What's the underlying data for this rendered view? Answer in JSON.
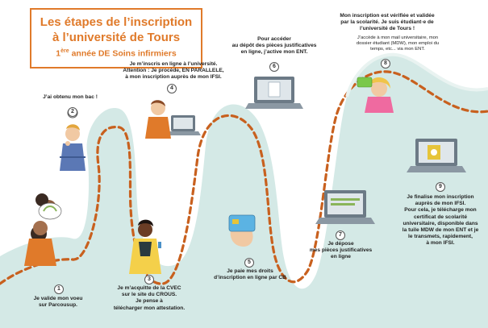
{
  "title": {
    "line1": "Les étapes de l’inscription",
    "line2": "à l’université de Tours",
    "line3_prefix": "1",
    "line3_sup": "ère",
    "line3_rest": " année DE Soins infirmiers"
  },
  "steps": [
    {
      "num": "1",
      "lines": [
        "Je valide mon voeu",
        "sur Parcousup."
      ]
    },
    {
      "num": "2",
      "lines": [
        "J’ai obtenu mon bac !"
      ]
    },
    {
      "num": "3",
      "lines": [
        "Je m’acquitte de la CVEC",
        "sur le site du CROUS.",
        "Je pense à",
        "télécharger mon attestation."
      ]
    },
    {
      "num": "4",
      "lines": [
        "Je m’inscris en ligne à l’université.",
        "Attention : Je procède, EN PARALLELE,",
        "à mon inscription auprès de mon IFSI."
      ]
    },
    {
      "num": "5",
      "lines": [
        "Je paie mes droits",
        "d’inscription en ligne par CB"
      ]
    },
    {
      "num": "6",
      "lines": [
        "Pour accéder",
        "au dépôt des pièces justificatives",
        "en ligne, j’active mon ENT."
      ]
    },
    {
      "num": "7",
      "lines": [
        "Je dépose",
        "mes pièces justificatives",
        "en ligne"
      ]
    },
    {
      "num": "8",
      "lines": [
        "Mon inscription est vérifiée et validée",
        "par la scolarité. Je suis étudiant·e de",
        "l’université de Tours !"
      ],
      "sub_lines": [
        "J’accède à mon mail universitaire, mon",
        "dossier étudiant (MDW), mon emploi du",
        "temps, etc... via mon ENT."
      ]
    },
    {
      "num": "9",
      "lines": [
        "Je finalise mon inscription",
        "auprès de mon IFSI.",
        "Pour cela, je télécharge mon",
        "certificat de scolarité",
        "universitaire, disponible dans",
        "la tuile MDW de mon ENT et je",
        "le transmets, rapidement,",
        "à mon IFSI."
      ]
    }
  ],
  "colors": {
    "accent": "#e07a2a",
    "road": "#d4e9e6",
    "dash": "#c8601e",
    "laptop": "#6c7a86",
    "screen": "#dfe6ea"
  }
}
